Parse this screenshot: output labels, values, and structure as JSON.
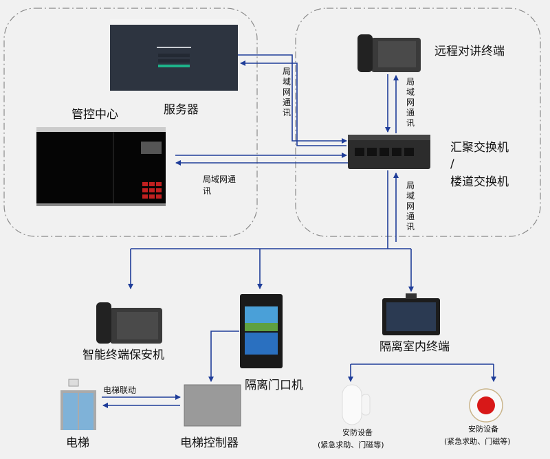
{
  "labels": {
    "server": "服务器",
    "control_center": "管控中心",
    "remote_intercom": "远程对讲终端",
    "switch_line1": "汇聚交换机",
    "switch_line2": "/",
    "switch_line3": "楼道交换机",
    "guard_terminal": "智能终端保安机",
    "door_station": "隔离门口机",
    "indoor_terminal": "隔离室内终端",
    "elevator": "电梯",
    "elevator_controller": "电梯控制器",
    "elevator_link": "电梯联动",
    "security_device_1": "安防设备",
    "security_device_1_note": "(紧急求助、门磁等)",
    "security_device_2": "安防设备",
    "security_device_2_note": "(紧急求助、门磁等)",
    "lan_vertical_1": [
      "局",
      "域",
      "网",
      "通",
      "讯"
    ],
    "lan_vertical_2": [
      "局",
      "域",
      "网",
      "通",
      "讯"
    ],
    "lan_vertical_3": [
      "局",
      "域",
      "网",
      "通",
      "讯"
    ],
    "lan_horizontal_a": "局域网通",
    "lan_horizontal_b": "讯"
  },
  "colors": {
    "line": "#1f3d99",
    "zone_border": "#8a8a8a",
    "alarm_red": "#d81818"
  }
}
